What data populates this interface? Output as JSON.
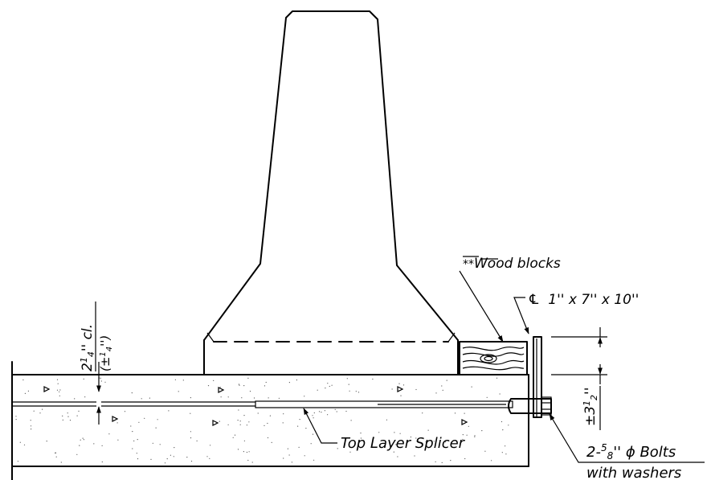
{
  "labels": {
    "cover_main": "2",
    "cover_frac_num": "1",
    "cover_frac_den": "4",
    "cover_unit": "'' cl.",
    "tol_open": "(±",
    "tol_num": "1",
    "tol_den": "4",
    "tol_close": "'')",
    "wood_marks": "**",
    "wood_text": "Wood blocks",
    "plate_symbol": "℄",
    "plate_text": "1'' x 7'' x 10''",
    "splicer": "Top Layer Splicer",
    "bolts_prefix": "2-",
    "bolts_num": "5",
    "bolts_den": "8",
    "bolts_suffix": "'' ϕ Bolts",
    "washers": "with washers",
    "dim_prefix": "±3",
    "dim_num": "1",
    "dim_den": "2",
    "dim_unit": "''"
  },
  "colors": {
    "ink": "#000000",
    "background": "#ffffff",
    "stipple": "#555555"
  }
}
